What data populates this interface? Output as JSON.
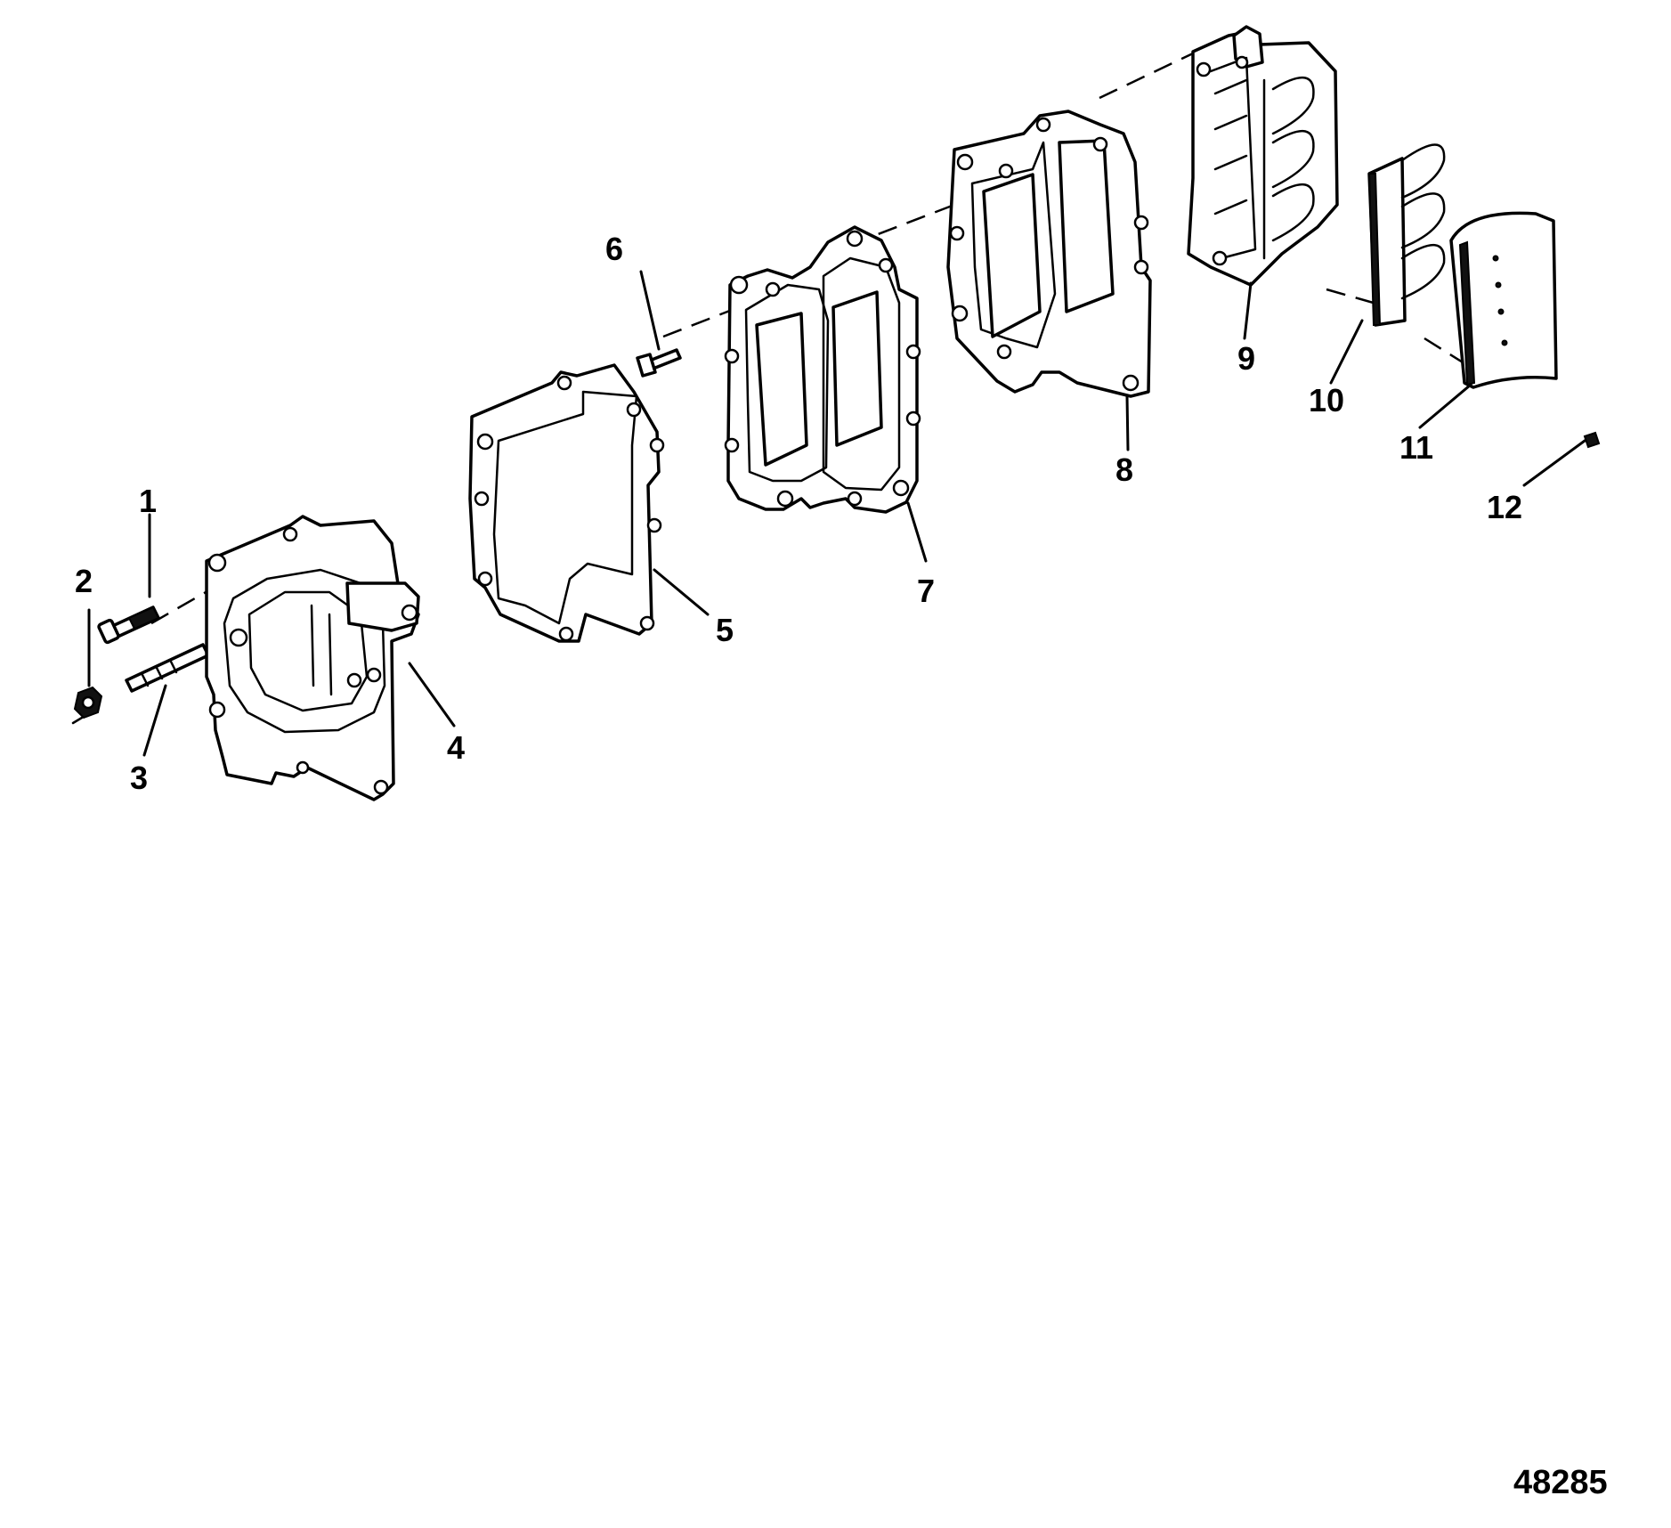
{
  "callouts": [
    "1",
    "2",
    "3",
    "4",
    "5",
    "6",
    "7",
    "8",
    "9",
    "10",
    "11",
    "12"
  ],
  "reference_number": "48285"
}
